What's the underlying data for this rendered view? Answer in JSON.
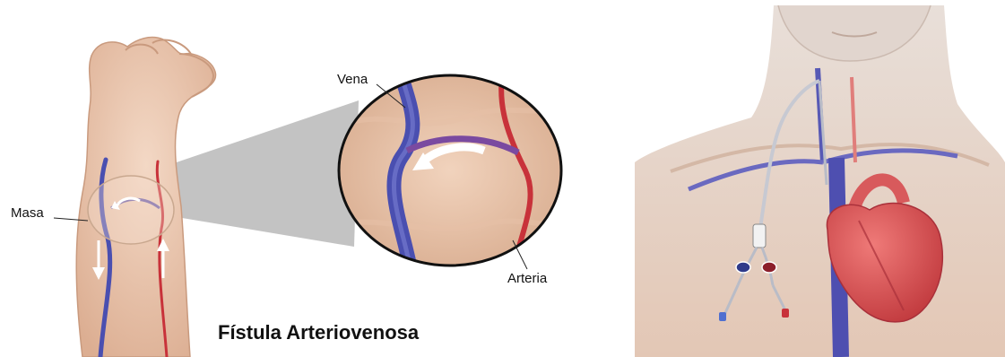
{
  "title": "Fístula Arteriovenosa",
  "labels": {
    "vein": "Vena",
    "artery": "Arteria",
    "mass": "Masa"
  },
  "colors": {
    "vein": "#4a4fb0",
    "artery": "#c8323a",
    "skin": "#e9c6ae",
    "heart": "#d84a4c",
    "zoom_wedge": "#bdbdbd"
  },
  "icons": {
    "flow_down": "arrow-down-icon",
    "flow_up": "arrow-up-icon",
    "flow_curve": "curved-arrow-icon"
  }
}
